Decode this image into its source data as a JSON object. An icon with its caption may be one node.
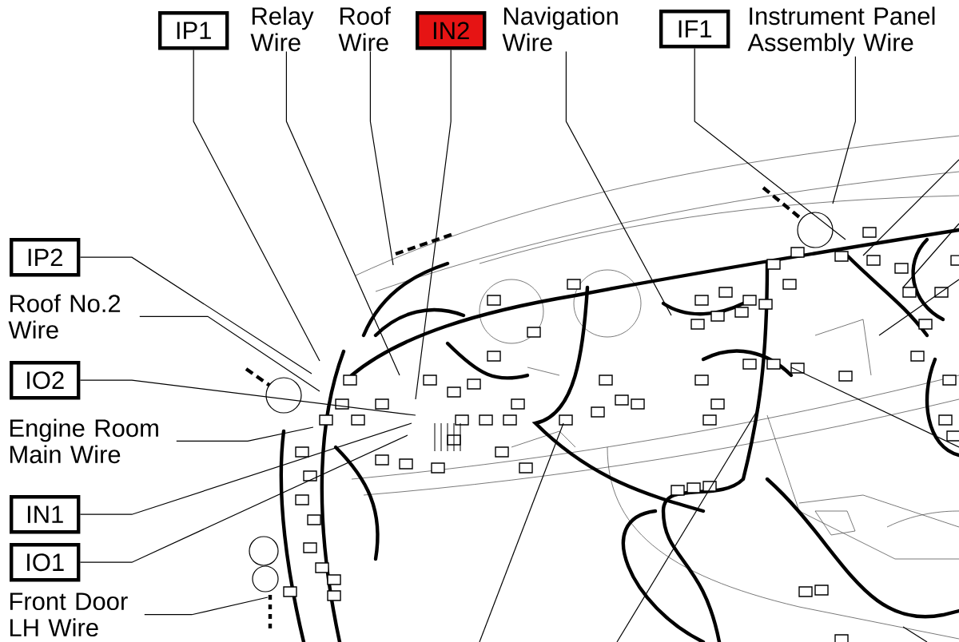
{
  "diagram": {
    "nodes": [
      {
        "text": [
          "IP1"
        ]
      },
      {
        "text": [
          "Relay Wire"
        ]
      },
      {
        "text": [
          "Roof Wire"
        ]
      },
      {
        "text": [
          "IN2"
        ]
      },
      {
        "text": [
          "Navigation Wire"
        ]
      },
      {
        "text": [
          "IF1"
        ]
      },
      {
        "text": [
          "Instrument Panel Assembly Wire"
        ]
      },
      {
        "text": [
          "IP2"
        ]
      },
      {
        "text": [
          "Roof No.2 Wire"
        ]
      },
      {
        "text": [
          "IO2"
        ]
      },
      {
        "text": [
          "Engine Room Main Wire"
        ]
      },
      {
        "text": [
          "IN1"
        ]
      },
      {
        "text": [
          "IO1"
        ]
      },
      {
        "text": [
          "Front Door LH Wire"
        ]
      }
    ],
    "edges": [
      {
        "from": 0,
        "to": null,
        "arrow": "none"
      },
      {
        "from": 1,
        "to": null,
        "arrow": "none"
      },
      {
        "from": 2,
        "to": null,
        "arrow": "none"
      },
      {
        "from": 3,
        "to": null,
        "arrow": "none"
      },
      {
        "from": 4,
        "to": null,
        "arrow": "none"
      },
      {
        "from": 5,
        "to": null,
        "arrow": "none"
      },
      {
        "from": 6,
        "to": null,
        "arrow": "none"
      },
      {
        "from": 7,
        "to": null,
        "arrow": "none"
      },
      {
        "from": 8,
        "to": null,
        "arrow": "none"
      },
      {
        "from": 9,
        "to": null,
        "arrow": "none"
      },
      {
        "from": 10,
        "to": null,
        "arrow": "none"
      },
      {
        "from": 11,
        "to": null,
        "arrow": "none"
      },
      {
        "from": 12,
        "to": null,
        "arrow": "none"
      },
      {
        "from": 13,
        "to": null,
        "arrow": "none"
      }
    ]
  }
}
